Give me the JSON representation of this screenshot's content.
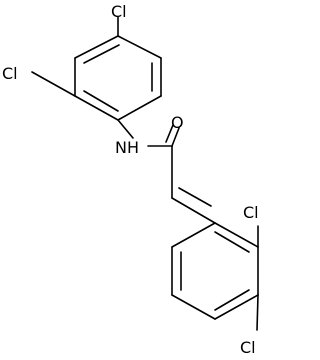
{
  "molecule": {
    "labels": {
      "cl_top": "Cl",
      "cl_left": "Cl",
      "nh": "NH",
      "o": "O",
      "cl_right_ortho": "Cl",
      "cl_bottom_para": "Cl"
    }
  }
}
